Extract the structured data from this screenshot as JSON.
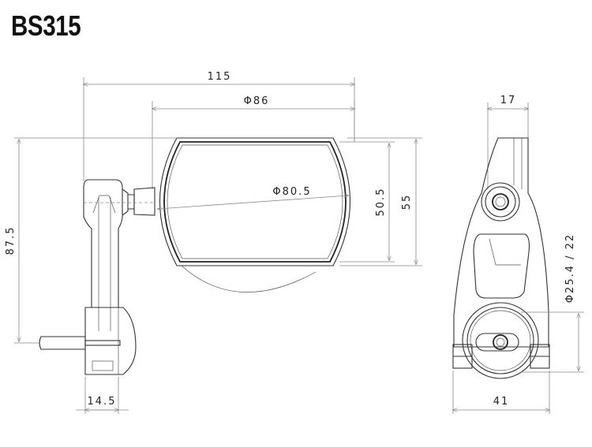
{
  "title": "BS315",
  "dimensions": {
    "overall_width": "115",
    "mirror_diameter": "Φ86",
    "glass_diameter": "Φ80.5",
    "glass_height": "50.5",
    "mirror_height": "55",
    "overall_height": "87.5",
    "clamp_depth": "14.5",
    "side_width": "17",
    "bar_diameter": "Φ25.4 / 22",
    "clamp_width": "41"
  },
  "views": {
    "front": "front-view",
    "side": "side-view"
  }
}
